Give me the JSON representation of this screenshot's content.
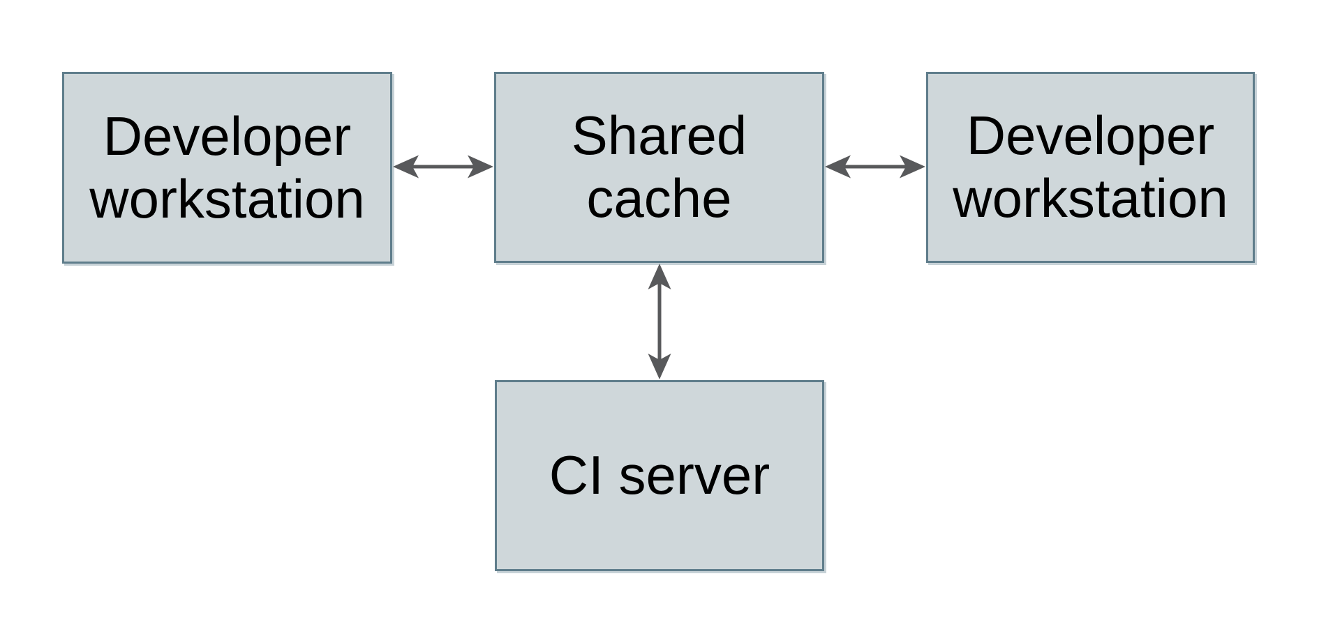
{
  "colors": {
    "background": "#ffffff",
    "node_fill": "#cfd7da",
    "node_border": "#5f7d8b",
    "node_text": "#000000",
    "arrow": "#58595b"
  },
  "nodes": {
    "workstation_left": {
      "label": "Developer\nworkstation"
    },
    "shared_cache": {
      "label": "Shared\ncache"
    },
    "workstation_right": {
      "label": "Developer\nworkstation"
    },
    "ci_server": {
      "label": "CI server"
    }
  },
  "edges": [
    {
      "from": "workstation_left",
      "to": "shared_cache",
      "direction": "bidirectional",
      "orientation": "horizontal"
    },
    {
      "from": "shared_cache",
      "to": "workstation_right",
      "direction": "bidirectional",
      "orientation": "horizontal"
    },
    {
      "from": "shared_cache",
      "to": "ci_server",
      "direction": "bidirectional",
      "orientation": "vertical"
    }
  ]
}
